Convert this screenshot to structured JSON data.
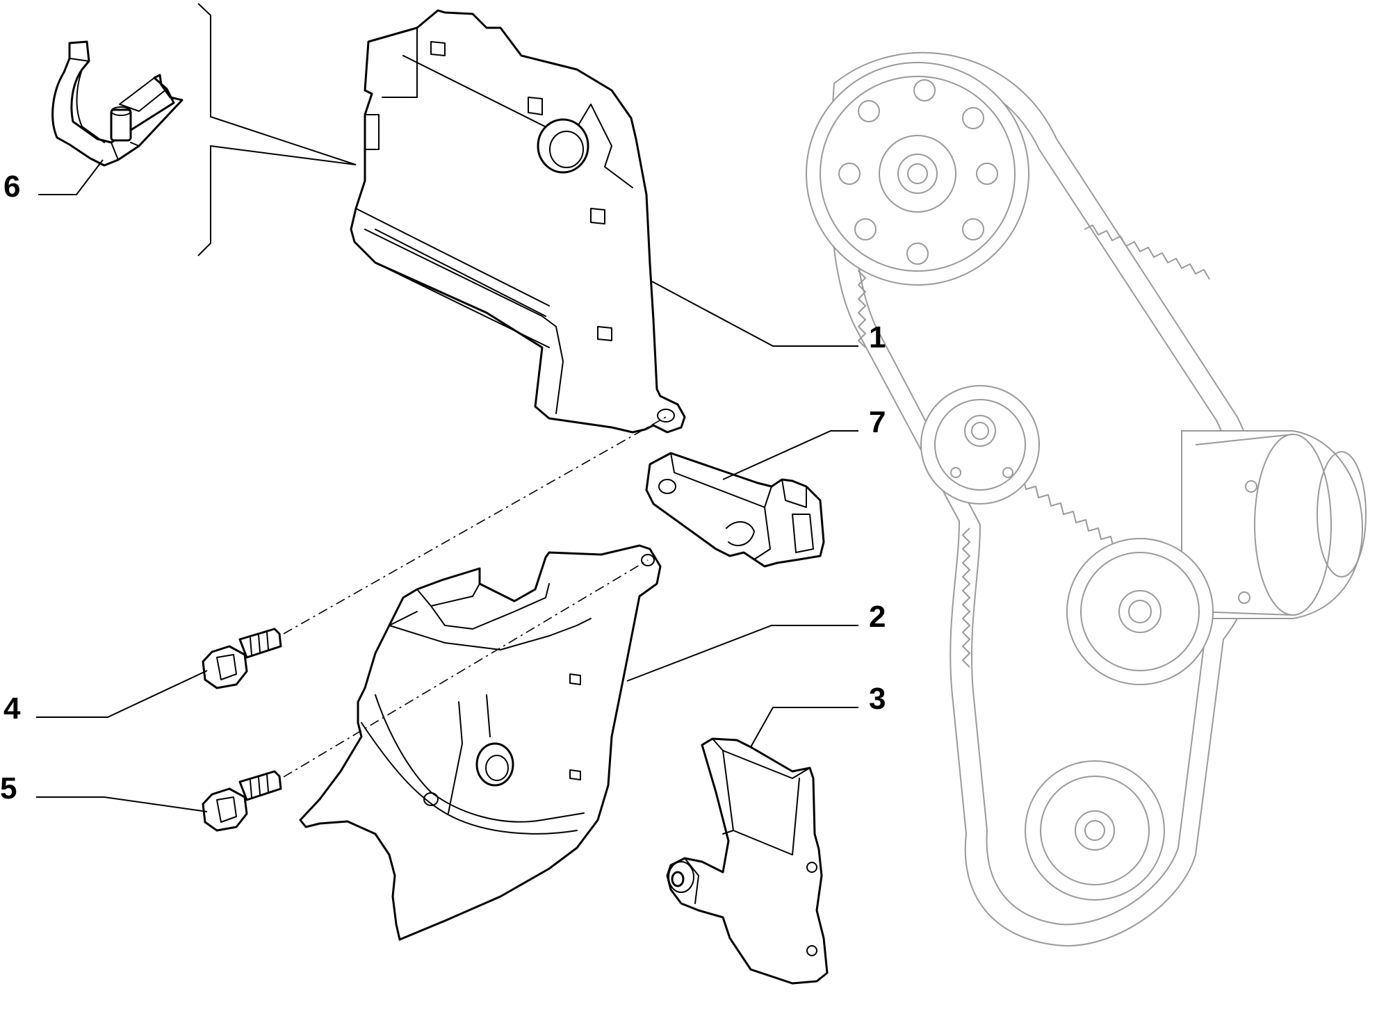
{
  "callouts": [
    {
      "id": "c1",
      "label": "1"
    },
    {
      "id": "c2",
      "label": "2"
    },
    {
      "id": "c3",
      "label": "3"
    },
    {
      "id": "c4",
      "label": "4"
    },
    {
      "id": "c5",
      "label": "5"
    },
    {
      "id": "c6",
      "label": "6"
    },
    {
      "id": "c7",
      "label": "7"
    }
  ],
  "colors": {
    "ink": "#000000",
    "background": "#ffffff",
    "ghost": "#9a9a9a"
  }
}
